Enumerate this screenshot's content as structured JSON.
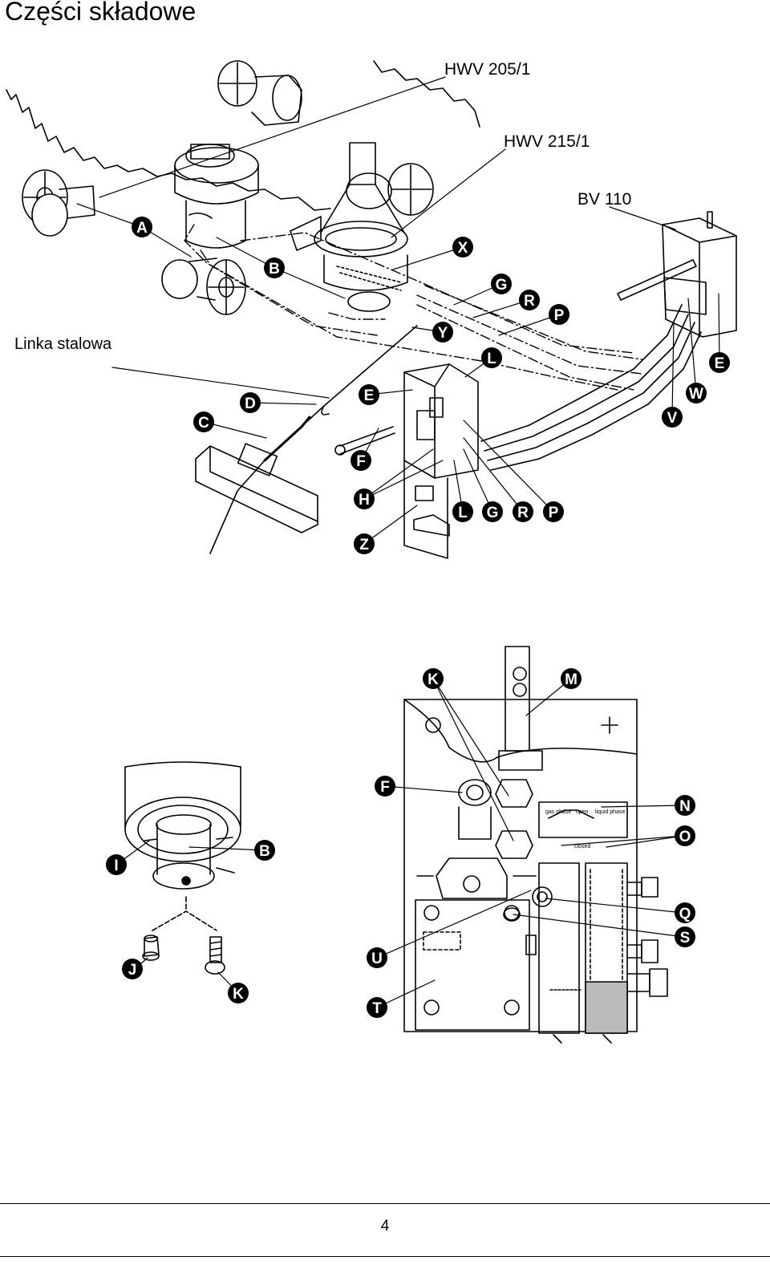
{
  "page": {
    "title": "Części składowe",
    "page_number": "4"
  },
  "top_diagram": {
    "models": [
      "HWV 205/1",
      "HWV 215/1",
      "BV 110"
    ],
    "cable_label": "Linka stalowa",
    "callouts": [
      "A",
      "B",
      "X",
      "G",
      "R",
      "P",
      "Y",
      "L",
      "E",
      "W",
      "V",
      "D",
      "E",
      "C",
      "F",
      "H",
      "L",
      "G",
      "R",
      "P",
      "Z"
    ]
  },
  "bottom_left_diagram": {
    "callouts": [
      "B",
      "I",
      "J",
      "K"
    ]
  },
  "bottom_right_diagram": {
    "callouts": [
      "K",
      "M",
      "F",
      "N",
      "O",
      "Q",
      "S",
      "U",
      "T"
    ],
    "panel_labels": [
      "gas phase",
      "open",
      "liquid phase",
      "closed"
    ]
  }
}
